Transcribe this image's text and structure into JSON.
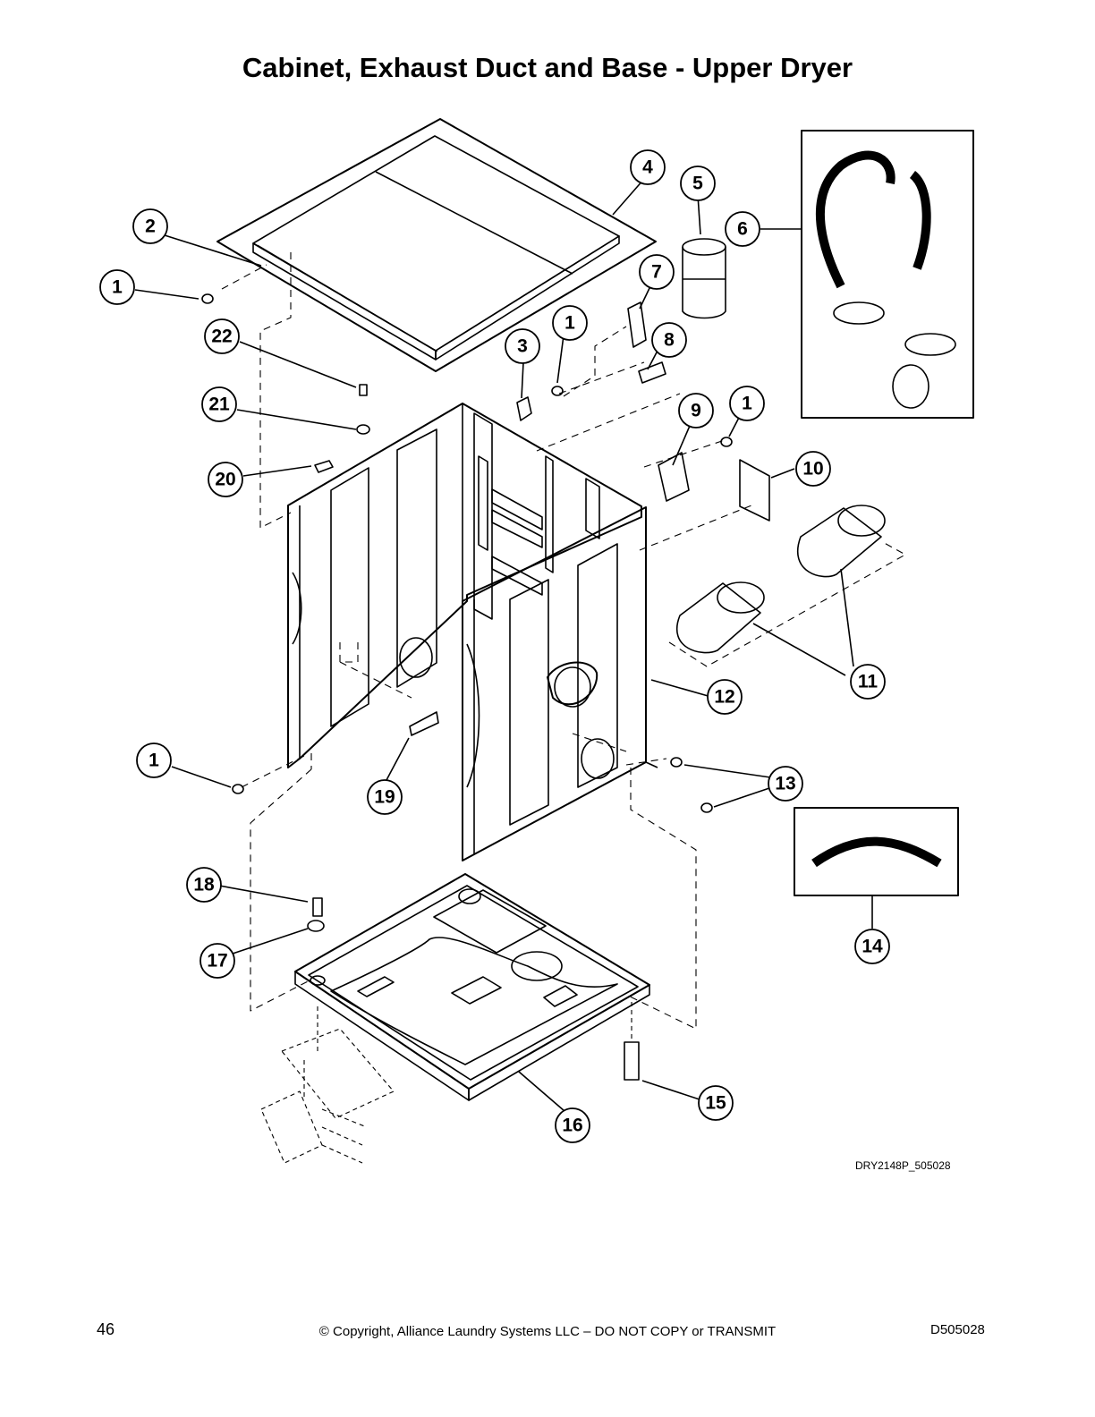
{
  "title": "Cabinet, Exhaust Duct and Base - Upper Dryer",
  "drawing_code": "DRY2148P_505028",
  "footer": {
    "page_number": "46",
    "copyright": "© Copyright, Alliance Laundry Systems LLC – DO NOT COPY or TRANSMIT",
    "document_number": "D505028"
  },
  "callouts": [
    "1",
    "2",
    "3",
    "4",
    "5",
    "6",
    "7",
    "8",
    "9",
    "10",
    "11",
    "12",
    "13",
    "14",
    "15",
    "16",
    "17",
    "18",
    "19",
    "20",
    "21",
    "22"
  ]
}
